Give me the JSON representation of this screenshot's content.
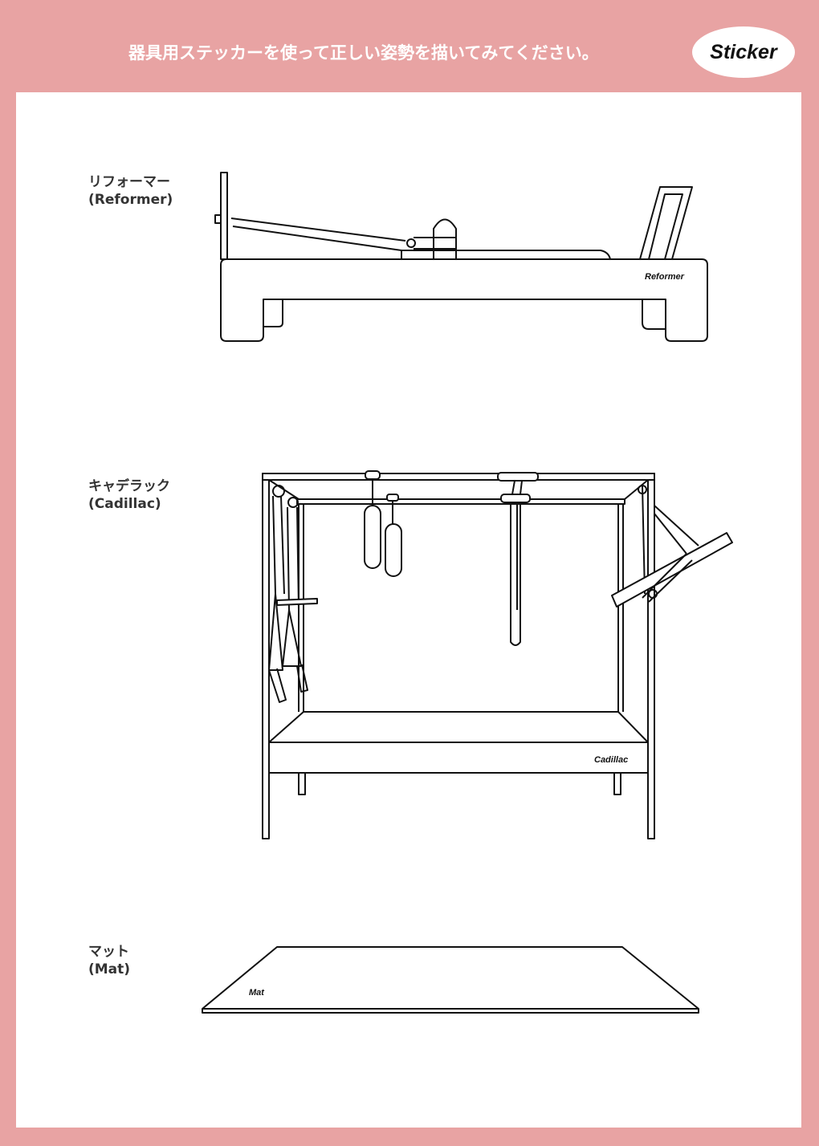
{
  "header": {
    "instruction": "器具用ステッカーを使って正しい姿勢を描いてみてください。",
    "badge": "Sticker"
  },
  "sections": [
    {
      "label_ja": "リフォーマー",
      "label_en": "(Reformer)",
      "brand_text": "Reformer"
    },
    {
      "label_ja": "キャデラック",
      "label_en": "(Cadillac)",
      "brand_text": "Cadillac"
    },
    {
      "label_ja": "マット",
      "label_en": "(Mat)",
      "brand_text": "Mat"
    }
  ],
  "colors": {
    "background": "#E8A3A3",
    "panel": "#FFFFFF",
    "line": "#111111"
  }
}
